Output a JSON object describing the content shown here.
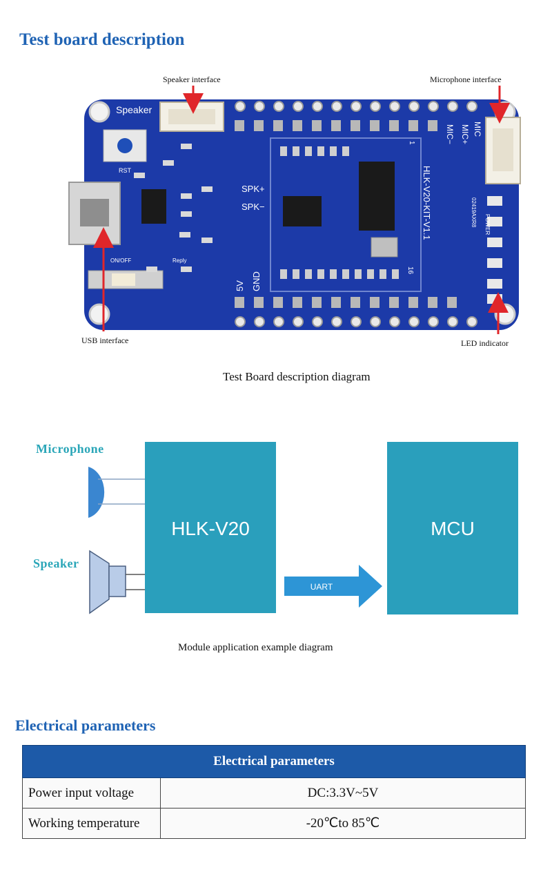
{
  "section1": {
    "title": "Test board description"
  },
  "board": {
    "callouts": {
      "speaker_interface": "Speaker interface",
      "microphone_interface": "Microphone interface",
      "usb_interface": "USB interface",
      "led_indicator": "LED indicator"
    },
    "silkscreen": {
      "speaker": "Speaker",
      "rst": "RST",
      "spk_plus": "SPK+",
      "spk_minus": "SPK−",
      "on_off": "ON/OFF",
      "reply": "Reply",
      "v5": "5V",
      "gnd": "GND",
      "mic": "MIC",
      "mic_plus": "MIC+",
      "mic_minus": "MIC−",
      "power": "POWER",
      "model": "HLK-V20-KIT-V1.1",
      "date_code": "02419AXR8",
      "num_16": "16",
      "num_1": "1"
    },
    "caption": "Test Board description diagram",
    "colors": {
      "pcb": "#1c3aa8",
      "arrow": "#e0262a"
    }
  },
  "app_diagram": {
    "microphone_label": "Microphone",
    "speaker_label": "Speaker",
    "module_label": "HLK-V20",
    "mcu_label": "MCU",
    "uart_label": "UART",
    "caption": "Module application example diagram",
    "colors": {
      "block": "#2a9fbc",
      "icon": "#3a86d0"
    }
  },
  "section2": {
    "title": "Electrical parameters"
  },
  "table": {
    "header": "Electrical parameters",
    "rows": [
      {
        "name": "Power input voltage",
        "value": "DC:3.3V~5V"
      },
      {
        "name": "Working temperature",
        "value": "-20℃to 85℃"
      }
    ]
  }
}
